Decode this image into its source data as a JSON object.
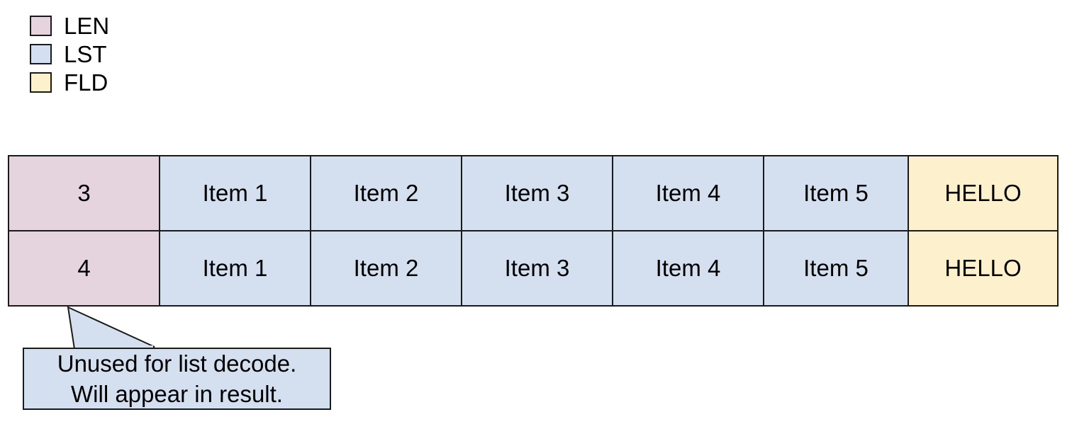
{
  "legend": {
    "items": [
      {
        "label": "LEN",
        "color": "#e5d3dd",
        "swatch_icon": "square-swatch-icon"
      },
      {
        "label": "LST",
        "color": "#d4dff0",
        "swatch_icon": "square-swatch-icon"
      },
      {
        "label": "FLD",
        "color": "#fdf0cd",
        "swatch_icon": "square-swatch-icon"
      }
    ]
  },
  "table": {
    "rows": [
      {
        "cells": [
          {
            "text": "3",
            "kind": "LEN"
          },
          {
            "text": "Item 1",
            "kind": "LST"
          },
          {
            "text": "Item 2",
            "kind": "LST"
          },
          {
            "text": "Item 3",
            "kind": "LST"
          },
          {
            "text": "Item 4",
            "kind": "LST"
          },
          {
            "text": "Item 5",
            "kind": "LST"
          },
          {
            "text": "HELLO",
            "kind": "FLD"
          }
        ]
      },
      {
        "cells": [
          {
            "text": "4",
            "kind": "LEN"
          },
          {
            "text": "Item 1",
            "kind": "LST"
          },
          {
            "text": "Item 2",
            "kind": "LST"
          },
          {
            "text": "Item 3",
            "kind": "LST"
          },
          {
            "text": "Item 4",
            "kind": "LST"
          },
          {
            "text": "Item 5",
            "kind": "LST"
          },
          {
            "text": "HELLO",
            "kind": "FLD"
          }
        ]
      }
    ]
  },
  "callout": {
    "line1": "Unused for list decode.",
    "line2": "Will appear in result.",
    "fill": "#d4dff0",
    "stroke": "#1a1a1a"
  },
  "colors": {
    "len": "#e5d3dd",
    "lst": "#d4dff0",
    "fld": "#fdf0cd",
    "border": "#1a1a1a",
    "background": "#ffffff"
  }
}
